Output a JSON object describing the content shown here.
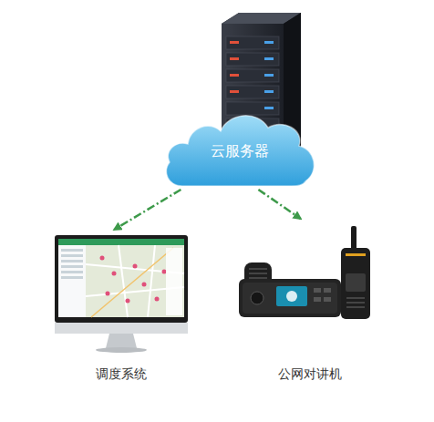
{
  "diagram": {
    "nodes": [
      {
        "text": [
          "云服务器"
        ]
      },
      {
        "text": [
          "调度系统"
        ]
      },
      {
        "text": [
          "公网对讲机"
        ]
      }
    ],
    "edges": [
      {
        "from": 0,
        "to": 1,
        "arrow": "to"
      },
      {
        "from": 0,
        "to": 2,
        "arrow": "to"
      }
    ]
  }
}
